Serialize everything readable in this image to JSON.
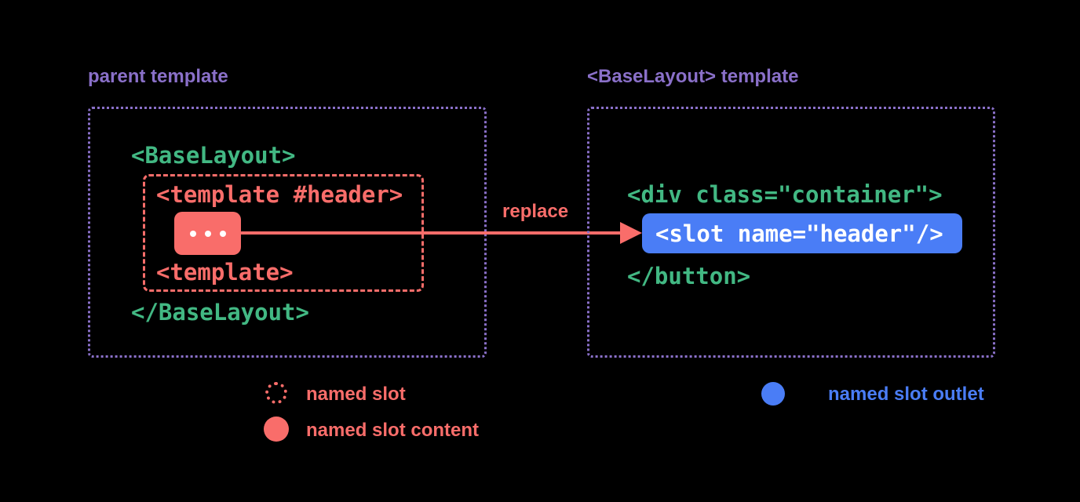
{
  "diagram": {
    "left_panel": {
      "title": "parent template",
      "code_open": "<BaseLayout>",
      "named_slot": {
        "open_tag": "<template #header>",
        "content_icon": "ellipsis-dots",
        "close_tag": "<template>"
      },
      "code_close": "</BaseLayout>"
    },
    "arrow": {
      "label": "replace"
    },
    "right_panel": {
      "title": "<BaseLayout> template",
      "code_open": "<div class=\"container\">",
      "slot_outlet": "<slot name=\"header\"/>",
      "code_close": "</button>"
    },
    "legend": [
      {
        "icon": "dotted-red-circle",
        "label": "named slot"
      },
      {
        "icon": "filled-red-circle",
        "label": "named slot content"
      },
      {
        "icon": "filled-blue-circle",
        "label": "named slot outlet"
      }
    ],
    "colors": {
      "background": "#000000",
      "purple": "#8a70c9",
      "green": "#42b883",
      "red": "#f96d6a",
      "blue": "#4a7df6",
      "slot_outlet_text": "#ffffff"
    }
  }
}
